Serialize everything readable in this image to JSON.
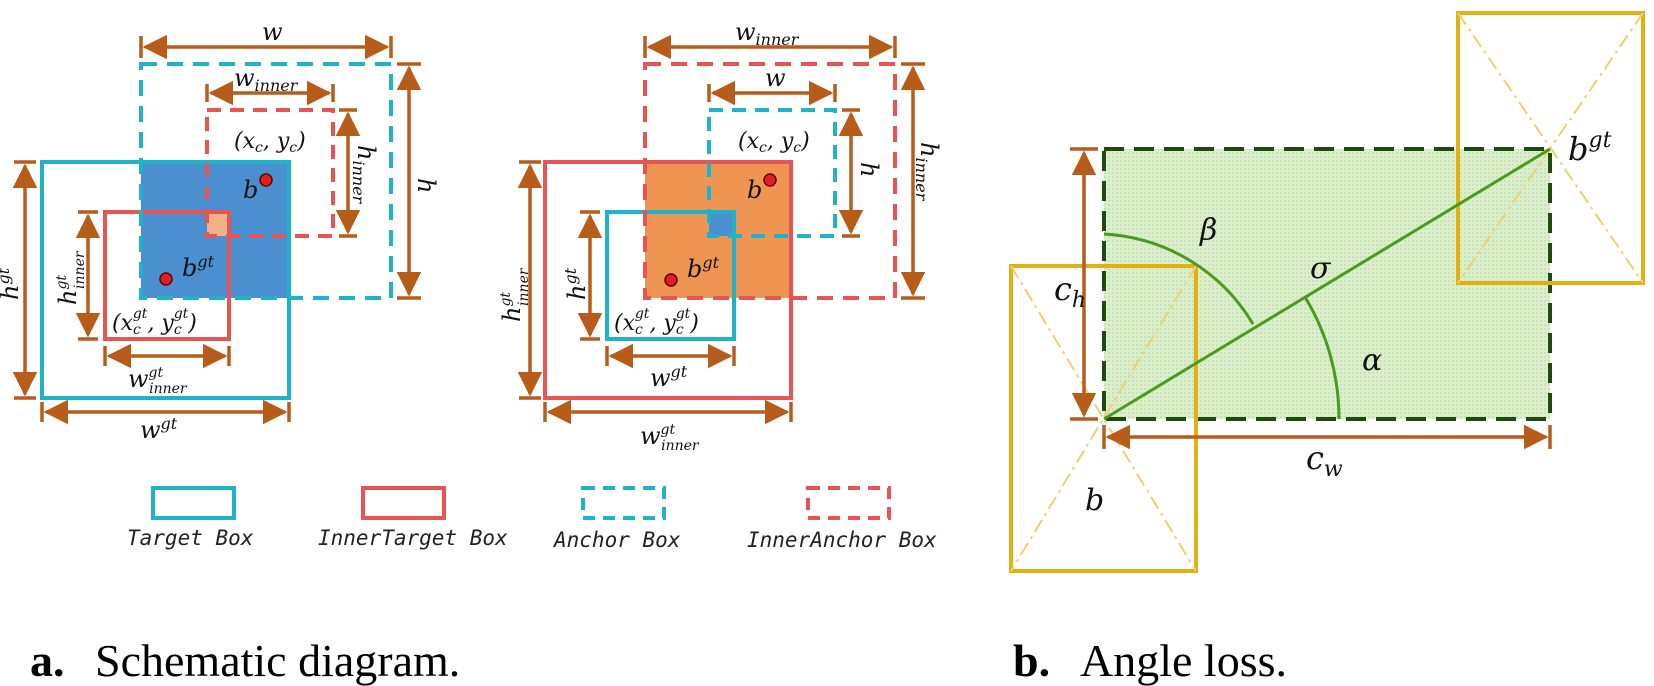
{
  "panel_a": {
    "left": {
      "w": "w",
      "w_inner": "w",
      "w_inner_sub": "inner",
      "h": "h",
      "h_inner": "h",
      "h_inner_sub": "inner",
      "center": "(x",
      "center_sub": "c",
      "center_mid": ", y",
      "center_sub2": "c",
      "center_end": ")",
      "b": "b",
      "b_gt": "b",
      "gt": "gt",
      "center_gt": "(x",
      "center_gt_sub": "c",
      "center_gt_sup": "gt",
      "center_gt_mid": ", y",
      "center_gt_sub2": "c",
      "center_gt_sup2": "gt",
      "center_gt_end": ")",
      "h_gt": "h",
      "h_inner_gt": "h",
      "w_gt": "w",
      "w_inner_gt": "w",
      "inner": "inner"
    },
    "right": {
      "w_inner": "w",
      "w_inner_sub": "inner",
      "w": "w",
      "h": "h",
      "h_inner": "h",
      "h_inner_sub": "inner",
      "center": "(x",
      "center_sub": "c",
      "center_mid": ", y",
      "center_sub2": "c",
      "center_end": ")",
      "b": "b",
      "b_gt": "b",
      "gt": "gt",
      "h_gt": "h",
      "h_inner_gt": "h",
      "w_gt": "w",
      "w_inner_gt": "w",
      "inner": "inner"
    },
    "legend": [
      {
        "label": "Target Box",
        "color": "#1fb3c9",
        "dashed": false
      },
      {
        "label": "InnerTarget Box",
        "color": "#e85454",
        "dashed": false
      },
      {
        "label": "Anchor Box",
        "color": "#1fb3c9",
        "dashed": true
      },
      {
        "label": "InnerAnchor Box",
        "color": "#e85454",
        "dashed": true
      }
    ],
    "caption_letter": "a.",
    "caption_text": "Schematic diagram."
  },
  "panel_b": {
    "b": "b",
    "b_gt": "b",
    "gt": "gt",
    "c_h": "c",
    "c_h_sub": "h",
    "c_w": "c",
    "c_w_sub": "w",
    "alpha": "α",
    "beta": "β",
    "sigma": "σ",
    "caption_letter": "b.",
    "caption_text": "Angle loss."
  },
  "colors": {
    "cyan": "#1fb3c9",
    "red": "#e85454",
    "blue_fill": "#4a8fd0",
    "orange_fill": "#ef9553",
    "dimension": "#b85c1a",
    "gold": "#e3b012",
    "green_dark": "#1e4a10",
    "green_line": "#4a9a20",
    "green_fill": "#d7ebc6"
  }
}
